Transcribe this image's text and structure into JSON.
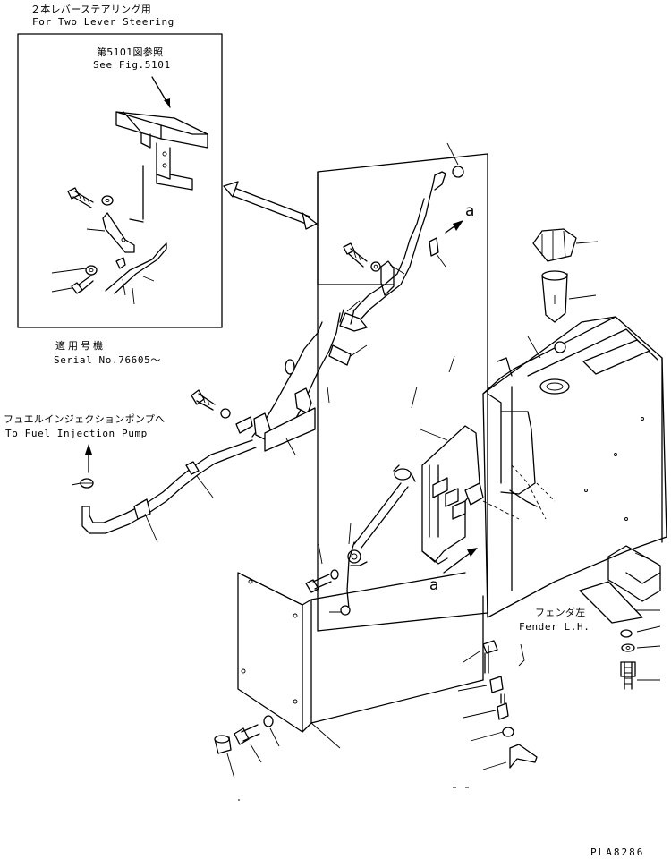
{
  "labels": {
    "two_lever_jp": "２本レバーステアリング用",
    "two_lever_en": "For Two Lever Steering",
    "see_fig_jp": "第5101図参照",
    "see_fig_en": "See Fig.5101",
    "serial_jp": "適用号機",
    "serial_en": "Serial No.76605～",
    "fuel_pump_jp": "フュエルインジェクションポンプへ",
    "fuel_pump_en": "To Fuel Injection Pump",
    "fender_jp": "フェンダ左",
    "fender_en": "Fender L.H.",
    "ref_a_top": "a",
    "ref_a_bottom": "a",
    "figure_code": "PLA8286"
  }
}
